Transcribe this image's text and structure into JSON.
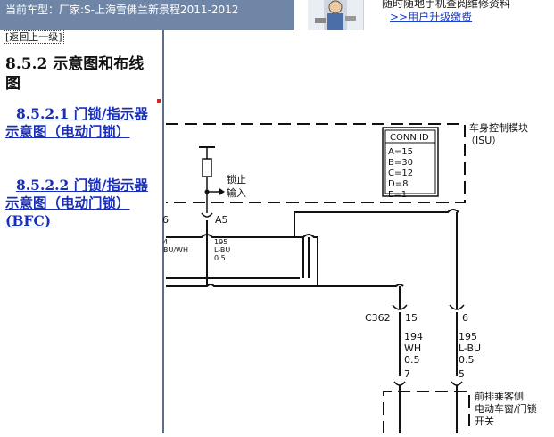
{
  "header": {
    "current_model": "当前车型：厂家:S-上海雪佛兰新景程2011-2012",
    "notice_text": "随时随地手机查阅维修资料",
    "upgrade_link": ">>用户升级缴费"
  },
  "sidebar": {
    "back_label": "[返回上一级]",
    "section_title": "8.5.2 示意图和布线图",
    "links": [
      "8.5.2.1 门锁/指示器示意图（电动门锁）",
      "8.5.2.2 门锁/指示器示意图（电动门锁）(BFC)"
    ]
  },
  "diagram": {
    "module_name": "车身控制模块",
    "module_code": "（ISU）",
    "conn_id_title": "CONN ID",
    "conn_ids": [
      "A=15",
      "B=30",
      "C=12",
      "D=8",
      "E=1"
    ],
    "lock_input_line1": "锁止",
    "lock_input_line2": "输入",
    "pin_a5": "A5",
    "pin_6_left": "6",
    "partial_wire_num": "4",
    "partial_wire_color": "BU/WH",
    "wire_195_num": "195",
    "wire_195_color": "L-BU",
    "wire_195_size": "0.5",
    "connector_c362": "C362",
    "pin_15": "15",
    "pin_6": "6",
    "wire_194_num": "194",
    "wire_194_color": "WH",
    "wire_194_size": "0.5",
    "wire_195b_num": "195",
    "wire_195b_color": "L-BU",
    "wire_195b_size": "0.5",
    "pin_7": "7",
    "pin_5": "5",
    "switch_line1": "前排乘客侧",
    "switch_line2": "电动车窗/门锁",
    "switch_line3": "开关"
  }
}
